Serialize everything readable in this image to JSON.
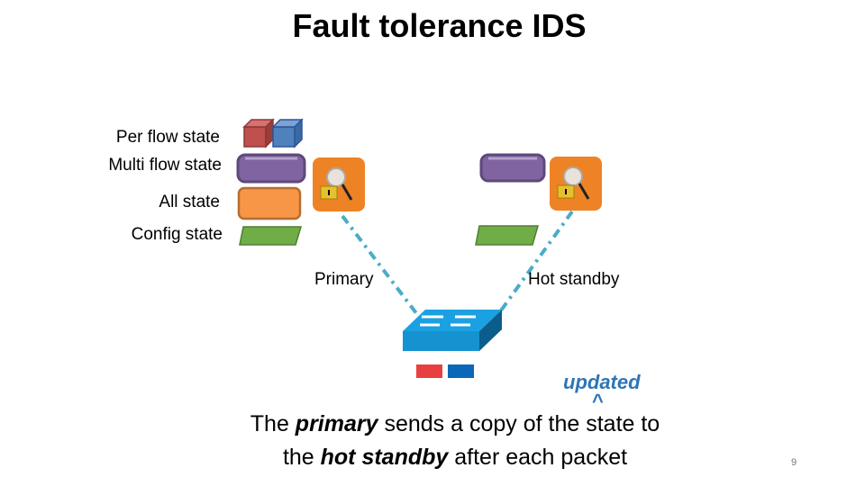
{
  "title": "Fault tolerance IDS",
  "legend": {
    "per_flow": "Per flow state",
    "multi_flow": "Multi flow state",
    "all": "All state",
    "config": "Config state"
  },
  "nodes": {
    "primary": "Primary",
    "standby": "Hot standby"
  },
  "annotation": {
    "updated": "updated",
    "caret": "^"
  },
  "caption": {
    "p1": "The ",
    "primary": "primary",
    "p2": " sends a copy of the state to",
    "p3": "the ",
    "standby": "hot standby",
    "p4": " after each packet"
  },
  "page_number": "9",
  "colors": {
    "red": "#c0504d",
    "blue": "#4f81bd",
    "purple": "#8064a2",
    "orange": "#f79646",
    "green": "#70ad47",
    "link": "#4bacc6",
    "switch": "#1ba1e2"
  }
}
